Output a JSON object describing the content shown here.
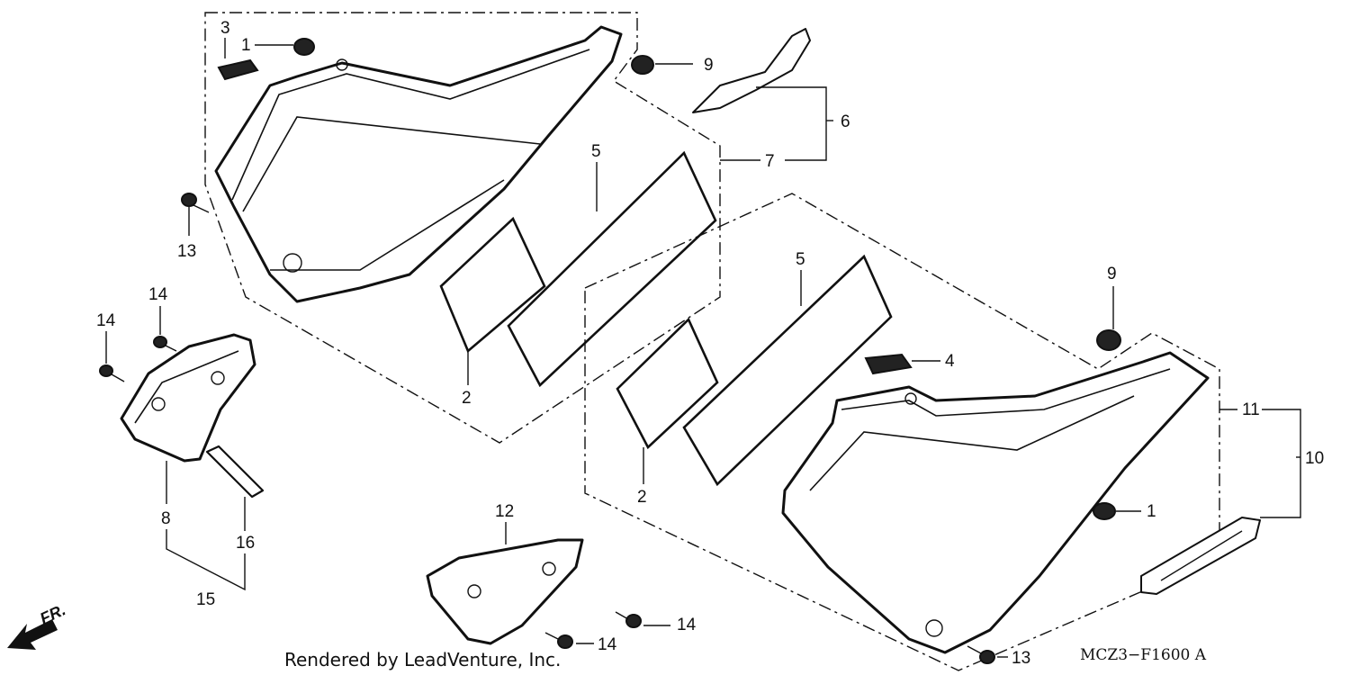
{
  "callouts": {
    "c1a": "1",
    "c1b": "1",
    "c2a": "2",
    "c2b": "2",
    "c3": "3",
    "c4": "4",
    "c5a": "5",
    "c5b": "5",
    "c6": "6",
    "c7": "7",
    "c8": "8",
    "c9a": "9",
    "c9b": "9",
    "c10": "10",
    "c11": "11",
    "c12": "12",
    "c13a": "13",
    "c13b": "13",
    "c14a": "14",
    "c14b": "14",
    "c14c": "14",
    "c14d": "14",
    "c15": "15",
    "c16": "16"
  },
  "front_marker": "FR.",
  "credit": "Rendered by LeadVenture, Inc.",
  "diagram_code": "MCZ3−F1600 A"
}
